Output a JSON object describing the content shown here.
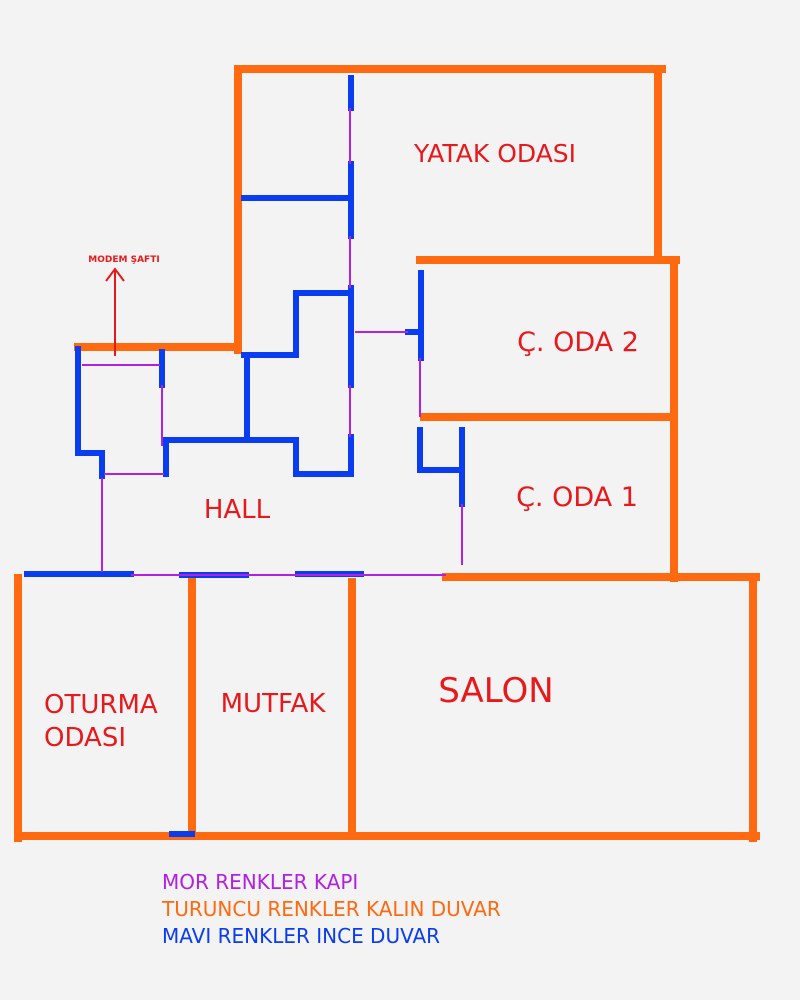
{
  "colors": {
    "background": "#f3f3f3",
    "thick_wall": "#ff6a10",
    "thin_wall": "#0a3cf0",
    "door": "#b220e0",
    "label": "#e8191c"
  },
  "rooms": {
    "yatak_odasi": "YATAK ODASI",
    "cocuk_odasi_2": "Ç. ODA 2",
    "cocuk_odasi_1": "Ç. ODA 1",
    "hall": "HALL",
    "salon": "SALON",
    "mutfak": "MUTFAK",
    "oturma_odasi_line1": "OTURMA",
    "oturma_odasi_line2": "ODASI"
  },
  "annotations": {
    "modem_shaft": "MODEM ŞAFTI"
  },
  "legend": {
    "door": "MOR RENKLER KAPI",
    "thick_wall": "TURUNCU RENKLER KALIN DUVAR",
    "thin_wall": "MAVI RENKLER INCE DUVAR"
  }
}
